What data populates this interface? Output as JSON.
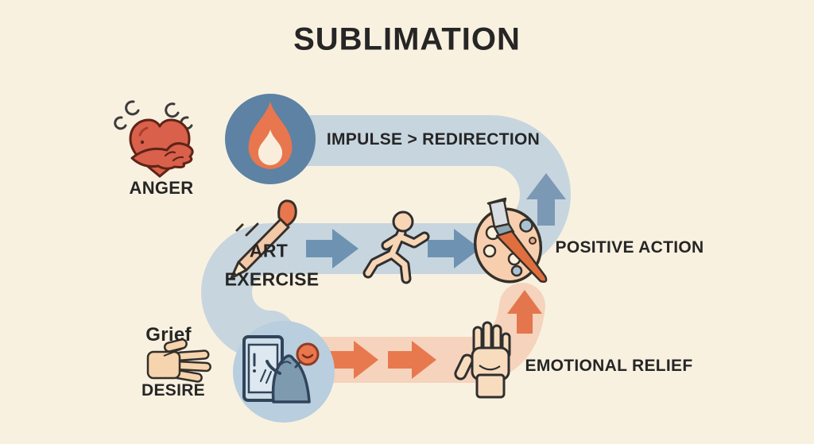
{
  "title": "SUBLIMATION",
  "top_flow": {
    "source_label": "ANGER",
    "source_icon": "angry-heart-icon",
    "impulse_icon": "flame-icon",
    "band_label": "IMPULSE > REDIRECTION",
    "art_label": "ART",
    "exercise_label": "EXERCISE",
    "activity_icons": [
      "pencil-icon",
      "running-figure-icon",
      "paint-palette-icon"
    ],
    "result_label": "POSITIVE ACTION"
  },
  "bottom_flow": {
    "source_label_top": "Grief",
    "source_label_bottom": "DESIRE",
    "source_icon": "open-hand-icon",
    "outlet_icon": "person-tablet-icon",
    "result_icon": "raised-hand-icon",
    "result_label": "EMOTIONAL RELIEF"
  },
  "colors": {
    "background": "#f9f1e0",
    "band_blue": "#c7d5df",
    "band_peach": "#f6d3bc",
    "impulse_circle_blue": "#5d82a3",
    "outlet_circle_light": "#b9cede",
    "arrow_blue": "#6e93b2",
    "arrow_orange": "#e8794f",
    "flame_orange": "#e8764e",
    "heart_red": "#d9604b",
    "text": "#262626"
  }
}
